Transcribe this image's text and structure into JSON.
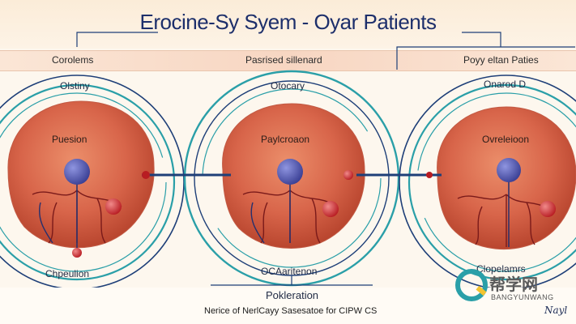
{
  "header": {
    "title": "Erocine-Sy Syem - Oyar Patients"
  },
  "columns": [
    {
      "header_label": "Corolems",
      "ring_label": "Olstiny",
      "center_label": "Puesion",
      "bottom_label": "Chpeulion"
    },
    {
      "header_label": "Pasrised sillenard",
      "ring_label": "Otocary",
      "center_label": "Paylcroaon",
      "bottom_label": "OCAaritenon"
    },
    {
      "header_label": "Poyy eltan Paties",
      "ring_label": "Onarod D",
      "center_label": "Ovreleioon",
      "bottom_label": "Clopelamrs"
    }
  ],
  "footer": {
    "center_label": "Pokleration",
    "note": "Nerice of NerlCayy Sasesatoe for CIPW CS"
  },
  "watermark": {
    "text": "BANGYUNWANG",
    "glyphs": "帮学网",
    "signature": "Nayl"
  },
  "colors": {
    "title": "#1d2f6b",
    "ring": "#2a9fa8",
    "ring_dark": "#1e3f78",
    "organ": "#d8654a",
    "node": "#4a52a8",
    "vessel": "#b81c22"
  }
}
